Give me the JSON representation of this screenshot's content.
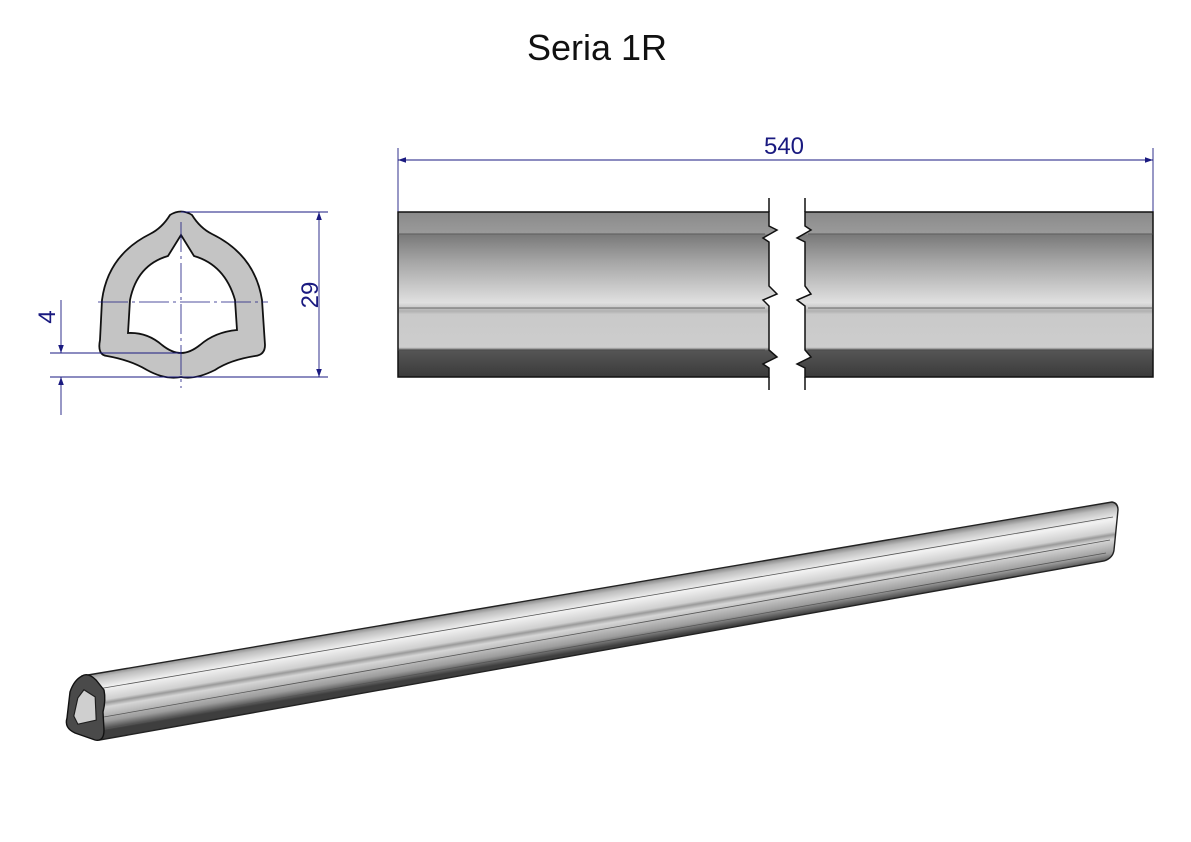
{
  "title": "Seria 1R",
  "dimensions": {
    "length": "540",
    "height": "29",
    "wall": "4"
  },
  "colors": {
    "dimension_line": "#1a1a80",
    "profile_fill": "#c4c4c4",
    "outline": "#111111"
  }
}
